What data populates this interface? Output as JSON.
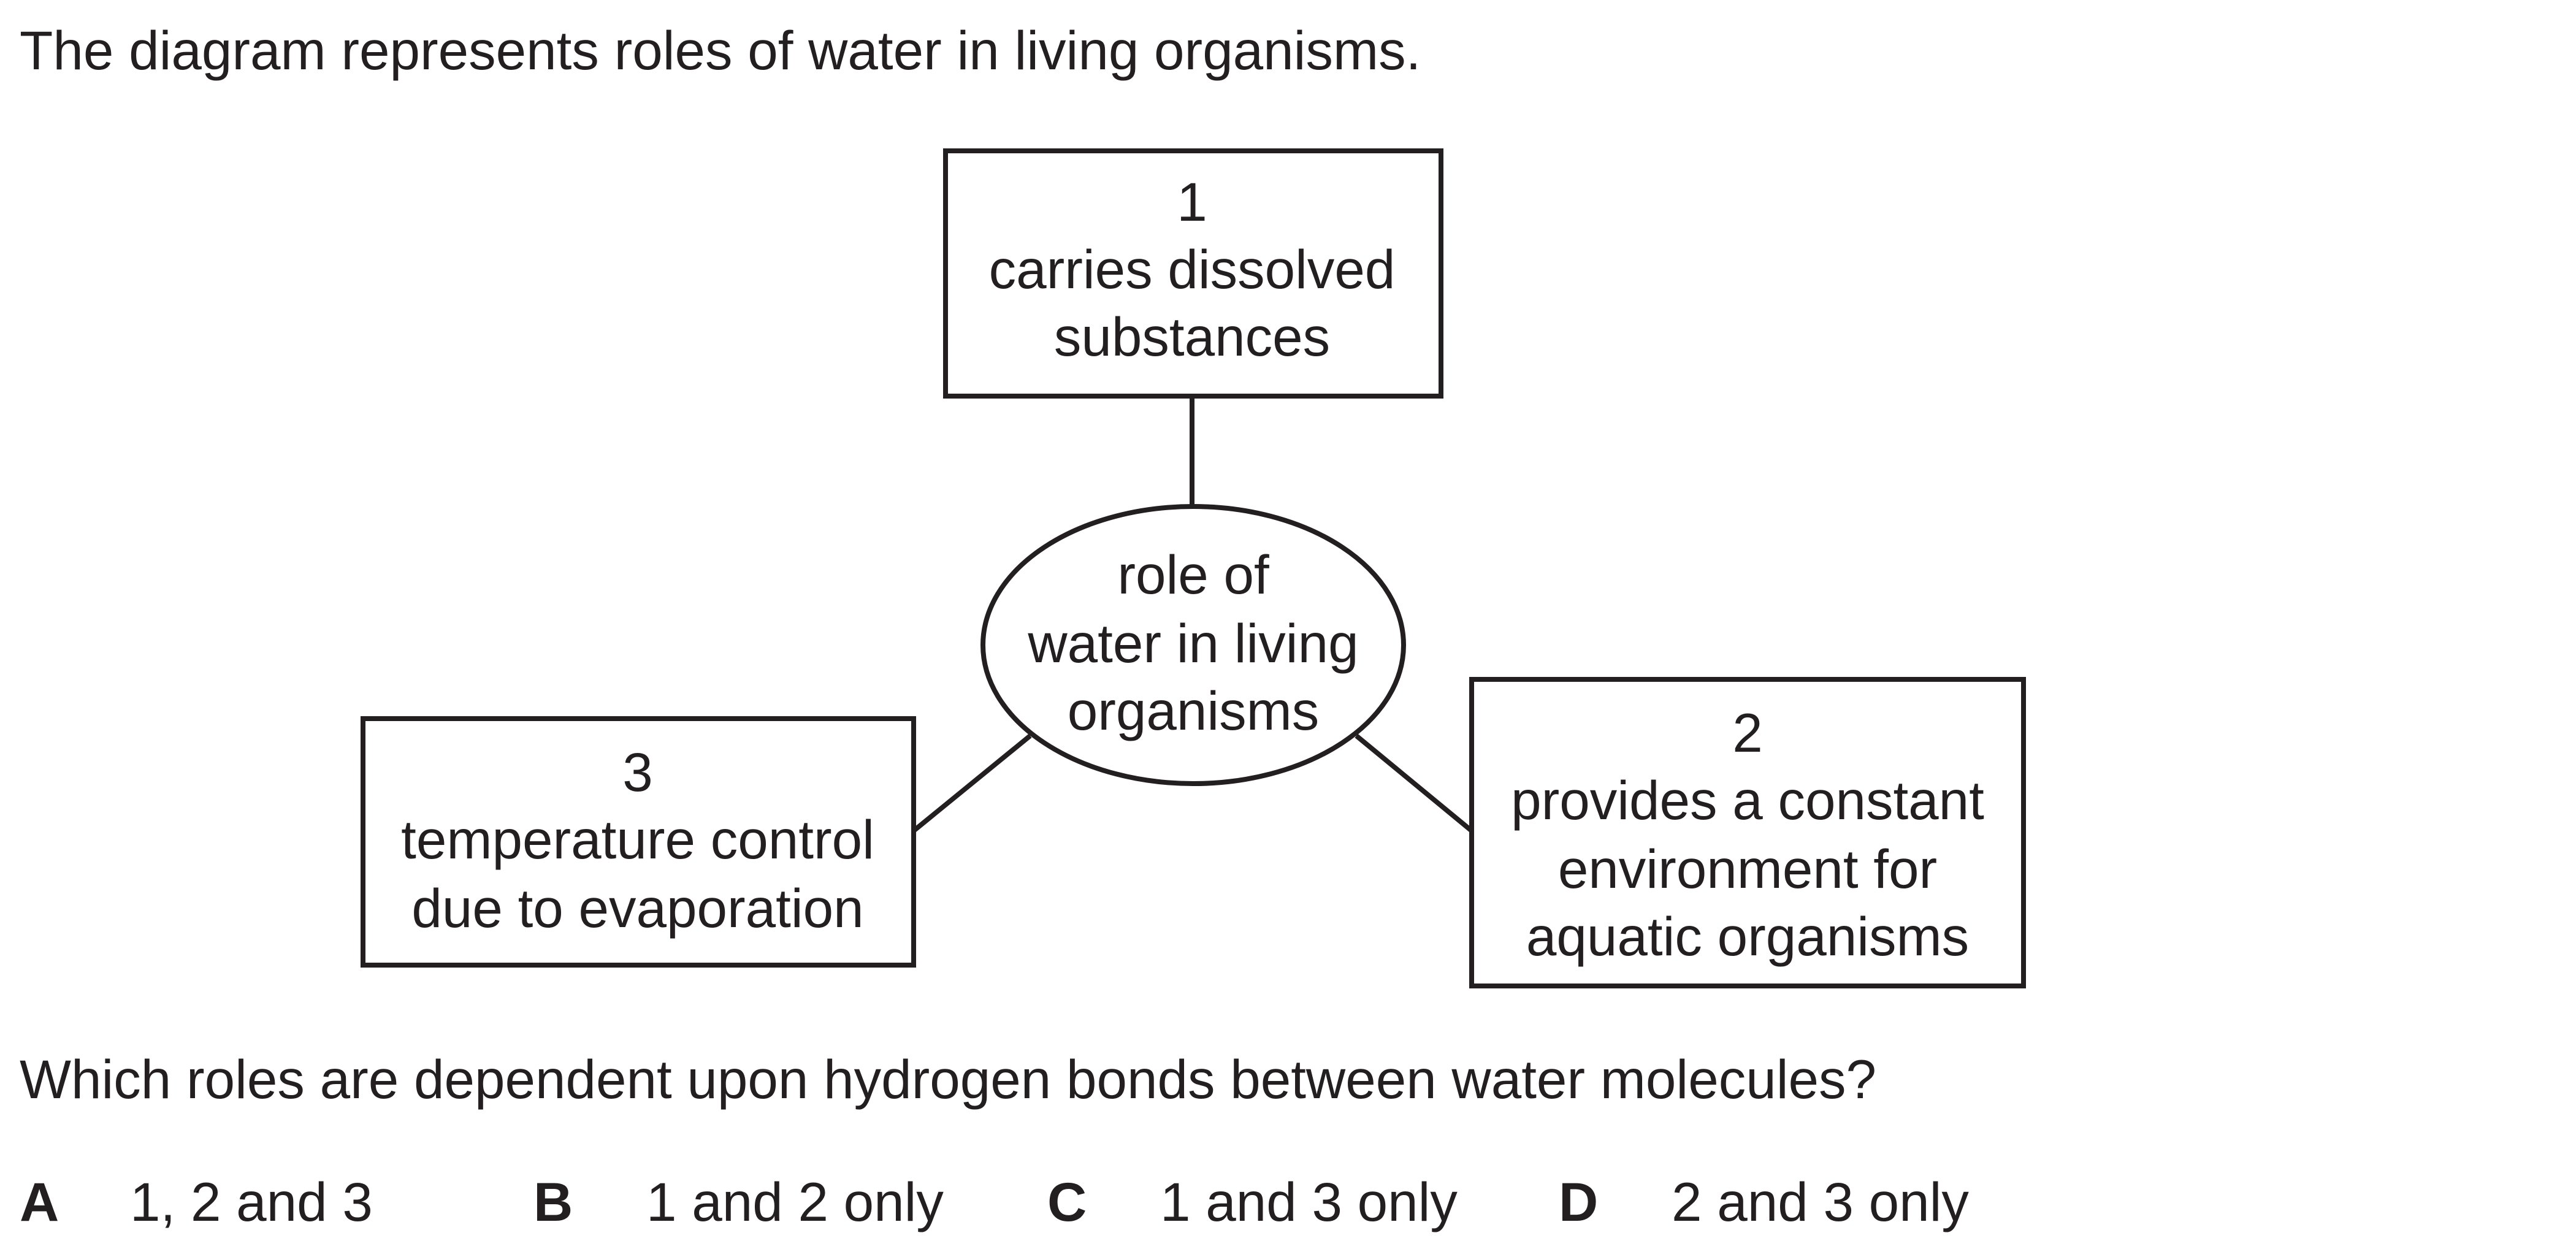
{
  "intro": "The diagram represents roles of water in living organisms.",
  "diagram": {
    "centre": {
      "lines": [
        "role of",
        "water in living",
        "organisms"
      ]
    },
    "box1": {
      "number": "1",
      "lines": [
        "carries dissolved",
        "substances"
      ]
    },
    "box2": {
      "number": "2",
      "lines": [
        "provides a constant",
        "environment for",
        "aquatic organisms"
      ]
    },
    "box3": {
      "number": "3",
      "lines": [
        "temperature control",
        "due to evaporation"
      ]
    }
  },
  "question": "Which roles are dependent upon hydrogen bonds between water molecules?",
  "options": [
    {
      "letter": "A",
      "text": "1, 2 and 3"
    },
    {
      "letter": "B",
      "text": "1 and 2 only"
    },
    {
      "letter": "C",
      "text": "1 and 3 only"
    },
    {
      "letter": "D",
      "text": "2 and 3 only"
    }
  ]
}
